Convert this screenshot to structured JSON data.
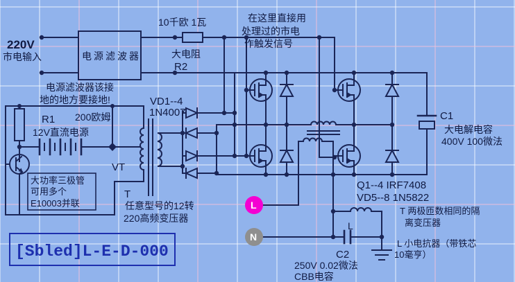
{
  "colors": {
    "background": "#91b3ec",
    "line": "#1a2556",
    "ink": "#101a42",
    "live_terminal": "#f400d2",
    "neutral_terminal": "#8f8f8f",
    "watermark": "#1d2fae",
    "terminal_text": "#ffffff"
  },
  "mains": {
    "voltage": "220V",
    "label": "市电输入"
  },
  "filter": {
    "name": "电源滤波器",
    "note1": "电源滤波器该接",
    "note2": "地的地方要接地!"
  },
  "r2": {
    "value": "10千欧 1瓦",
    "desc": "大电阻",
    "name": "R2"
  },
  "trigger_note": {
    "line1": "在这里直接用",
    "line2": "处理过的市电",
    "line3": "作触发信号"
  },
  "r1": {
    "name": "R1",
    "value": "200欧姆"
  },
  "dc": {
    "label": "12V直流电源"
  },
  "vt": {
    "name": "VT",
    "note1": "大功率三极管",
    "note2": "可用多个",
    "note3": "E10003并联"
  },
  "t_small": {
    "name": "T",
    "note1": "任意型号的12转",
    "note2": "220高频变压器"
  },
  "vd14": {
    "line1": "VD1--4",
    "line2": "1N4007"
  },
  "c1": {
    "name": "C1",
    "desc": "大电解电容",
    "value": "400V 100微法"
  },
  "mosfets": {
    "line1": "Q1--4  IRF7408",
    "line2": "VD5--8 1N5822"
  },
  "t_iso": {
    "line1": "T  两极匝数相同的隔",
    "line2": "离变压器"
  },
  "inductor": {
    "label": "L",
    "note1": "L 小电抗器（带铁芯",
    "note2": "10毫亨）"
  },
  "c2": {
    "name": "C2",
    "value": "250V 0.02微法",
    "desc": "CBB电容"
  },
  "outputs": {
    "live": "L",
    "neutral": "N"
  },
  "watermark": "[Sbled]L-E-D-000"
}
